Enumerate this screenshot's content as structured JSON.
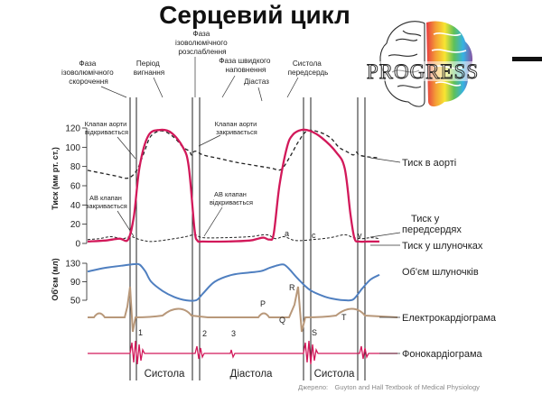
{
  "slide": {
    "title": "Серцевий цикл",
    "source_label": "Джерело:",
    "source_text": "Guyton and Hall Textbook of Medical Physiology"
  },
  "logo": {
    "text": "PROGRESS",
    "colors_left": "#2b2b2b",
    "colors_right": [
      "#e4232c",
      "#f39220",
      "#f7e21a",
      "#4bb947",
      "#1fa9e1",
      "#7a3f97",
      "#d63b8c"
    ]
  },
  "phase_labels": {
    "isovol_contraction": [
      "Фаза",
      "ізоволюмічного",
      "скорочення"
    ],
    "ejection": [
      "Період",
      "вигнання"
    ],
    "isovol_relaxation": [
      "Фаза",
      "ізоволюмічного",
      "розслаблення"
    ],
    "rapid_filling": [
      "Фаза швидкого",
      "наповнення"
    ],
    "diastasis": "Діастаз",
    "atrial_systole": [
      "Систола",
      "передсердь"
    ]
  },
  "valve_labels": {
    "aortic_open": [
      "Клапан аорти",
      "відкривається"
    ],
    "aortic_close": [
      "Клапан аорти",
      "закривається"
    ],
    "av_close": [
      "АВ клапан",
      "закривається"
    ],
    "av_open": [
      "АВ клапан",
      "відкривається"
    ]
  },
  "curve_labels": {
    "aortic": "Тиск в аорті",
    "atrial": [
      "Тиск у",
      "передсердях"
    ],
    "ventricular": "Тиск у шлуночках",
    "volume": "Об'єм шлуночків",
    "ecg": "Електрокардіограма",
    "pcg": "Фонокардіограма"
  },
  "wave_labels": {
    "a": "a",
    "c": "c",
    "v": "v",
    "P": "P",
    "Q": "Q",
    "R": "R",
    "S": "S",
    "T": "T"
  },
  "heart_sounds": [
    "1",
    "2",
    "3"
  ],
  "bottom_phases": [
    "Систола",
    "Діастола",
    "Систола"
  ],
  "colors": {
    "ventricular": "#d2195a",
    "aortic": "#222222",
    "atrial": "#222222",
    "volume": "#4f7fc0",
    "ecg": "#b8987a",
    "pcg": "#d2195a"
  },
  "chart_data": {
    "type": "line",
    "pressure_axis": {
      "title": "Тиск (мм рт. ст.)",
      "ticks": [
        0,
        20,
        40,
        60,
        80,
        100,
        120
      ],
      "range": [
        0,
        120
      ]
    },
    "volume_axis": {
      "title": "Об'єм (мл)",
      "ticks": [
        50,
        90,
        130
      ],
      "range": [
        50,
        130
      ]
    },
    "series": [
      {
        "name": "Тиск в аорті",
        "axis": "pressure",
        "x": [
          0.0,
          0.25,
          0.5,
          0.7,
          0.85,
          0.98,
          1.1,
          1.3,
          1.5,
          1.65,
          1.76,
          1.8,
          1.86,
          2.0,
          2.3,
          2.6,
          2.9,
          3.1,
          3.2,
          3.35,
          3.5,
          3.65,
          3.8,
          4.0,
          4.2,
          4.35,
          4.5,
          4.6,
          4.65,
          4.7,
          4.85,
          5.05
        ],
        "y": [
          76,
          73,
          70,
          68,
          76,
          95,
          112,
          117,
          110,
          100,
          96,
          92,
          96,
          92,
          88,
          84,
          81,
          79,
          78,
          77,
          90,
          106,
          117,
          116,
          110,
          100,
          95,
          92,
          95,
          92,
          90,
          89
        ]
      },
      {
        "name": "Тиск у передсердях",
        "axis": "pressure",
        "x": [
          0.0,
          0.2,
          0.4,
          0.6,
          0.75,
          0.9,
          1.1,
          1.4,
          1.7,
          1.85,
          2.0,
          2.4,
          2.8,
          3.1,
          3.25,
          3.4,
          3.6,
          3.9,
          4.2,
          4.45,
          4.6,
          4.75,
          4.9,
          5.05
        ],
        "y": [
          4,
          5,
          7,
          5,
          7,
          4,
          2,
          4,
          7,
          9,
          6,
          6,
          7,
          9,
          5,
          7,
          3,
          4,
          6,
          9,
          6,
          5,
          6,
          5
        ]
      },
      {
        "name": "Тиск у шлуночках",
        "axis": "pressure",
        "x": [
          0.0,
          0.3,
          0.55,
          0.7,
          0.8,
          0.9,
          1.05,
          1.25,
          1.45,
          1.65,
          1.75,
          1.85,
          1.9,
          2.0,
          2.4,
          2.8,
          2.95,
          3.05,
          3.15,
          3.22,
          3.32,
          3.45,
          3.55,
          3.7,
          3.85,
          4.05,
          4.3,
          4.45,
          4.55,
          4.62,
          4.7,
          4.85,
          5.05
        ],
        "y": [
          2,
          3,
          5,
          4,
          28,
          80,
          112,
          118,
          115,
          100,
          80,
          15,
          3,
          2,
          2,
          3,
          5,
          6,
          4,
          10,
          60,
          100,
          113,
          118,
          117,
          110,
          95,
          78,
          30,
          5,
          2,
          2,
          2
        ]
      },
      {
        "name": "Об'єм шлуночків",
        "axis": "volume",
        "x": [
          0.0,
          0.3,
          0.6,
          0.8,
          0.9,
          1.0,
          1.1,
          1.3,
          1.5,
          1.7,
          1.88,
          2.0,
          2.2,
          2.5,
          2.8,
          3.0,
          3.15,
          3.3,
          3.4,
          3.5,
          3.65,
          3.85,
          4.1,
          4.3,
          4.45,
          4.6,
          4.75,
          4.9,
          5.05
        ],
        "y": [
          112,
          120,
          125,
          128,
          127,
          112,
          90,
          70,
          57,
          50,
          50,
          65,
          90,
          105,
          110,
          113,
          120,
          126,
          127,
          116,
          95,
          72,
          58,
          52,
          50,
          52,
          75,
          95,
          105
        ]
      }
    ],
    "x_range": [
      0,
      5.05
    ]
  }
}
